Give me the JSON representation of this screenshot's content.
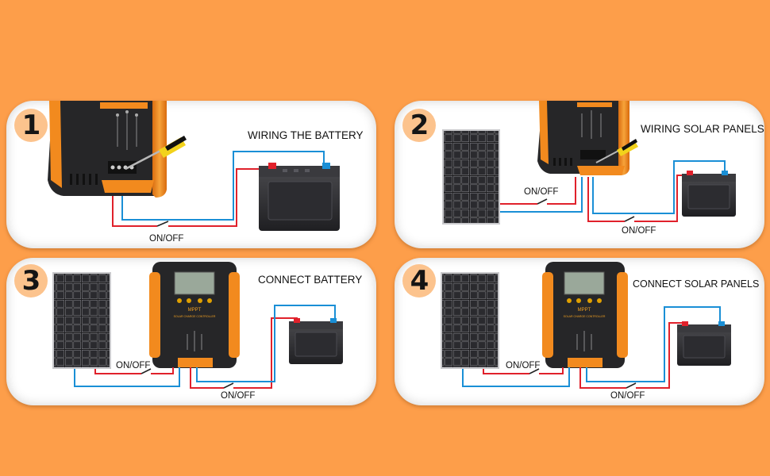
{
  "colors": {
    "background": "#fd9e4a",
    "panel": "#ffffff",
    "badge": "#fcc38d",
    "wire_positive": "#e0212b",
    "wire_negative": "#1a8fd6",
    "controller_orange": "#f28a1e",
    "controller_body": "#2b2b2b"
  },
  "steps": [
    {
      "number": "1",
      "title": "WIRING THE BATTERY",
      "switch_labels": [
        "ON/OFF"
      ],
      "icons": [
        "controller-closeup-icon",
        "screwdriver-icon",
        "battery-icon"
      ]
    },
    {
      "number": "2",
      "title": "WIRING SOLAR PANELS",
      "switch_labels": [
        "ON/OFF",
        "ON/OFF"
      ],
      "icons": [
        "solar-panel-icon",
        "controller-closeup-icon",
        "screwdriver-icon",
        "battery-icon"
      ]
    },
    {
      "number": "3",
      "title": "CONNECT BATTERY",
      "switch_labels": [
        "ON/OFF",
        "ON/OFF"
      ],
      "icons": [
        "solar-panel-icon",
        "charge-controller-icon",
        "battery-icon"
      ]
    },
    {
      "number": "4",
      "title": "CONNECT SOLAR PANELS",
      "switch_labels": [
        "ON/OFF",
        "ON/OFF"
      ],
      "icons": [
        "solar-panel-icon",
        "charge-controller-icon",
        "battery-icon"
      ]
    }
  ],
  "controller": {
    "brand": "MPPT",
    "label": "SOLAR CHARGE CONTROLLER"
  }
}
